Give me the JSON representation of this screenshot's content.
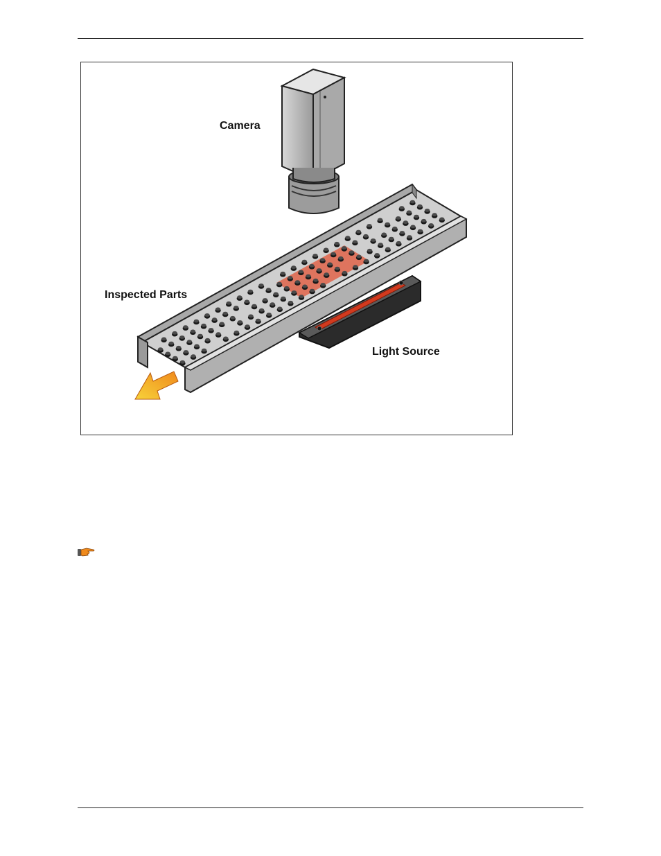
{
  "figure": {
    "labels": {
      "camera": "Camera",
      "inspected_parts": "Inspected Parts",
      "light_source": "Light Source"
    },
    "colors": {
      "conveyor_gray": "#b8b8b8",
      "inspected_highlight": "#e0644a",
      "light_strip": "#d23a1e",
      "arrow_orange": "#f08a1c",
      "arrow_yellow": "#f7d23a"
    }
  },
  "note": {
    "icon": "pointing-hand-icon"
  }
}
